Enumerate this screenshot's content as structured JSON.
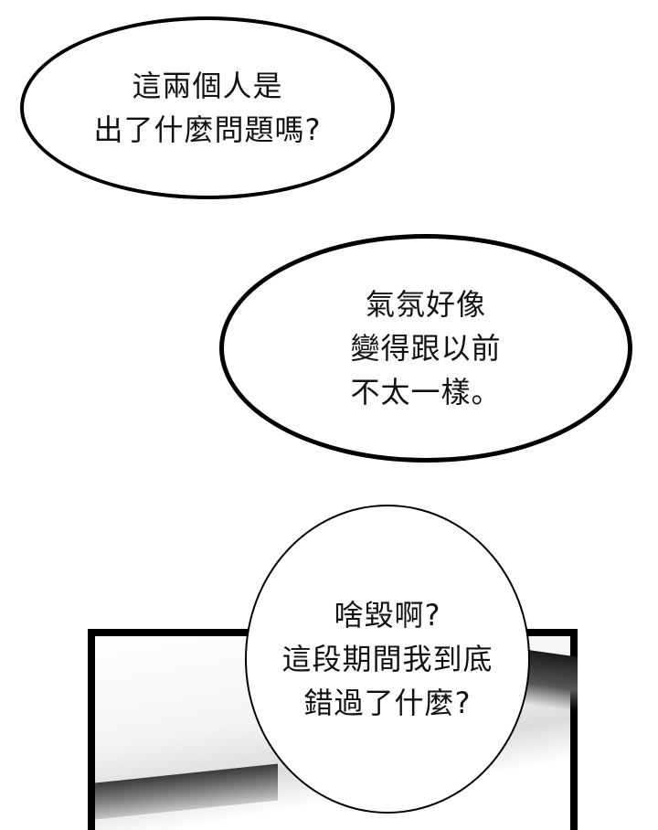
{
  "bubbles": [
    {
      "lines": [
        "這兩個人是",
        "出了什麼問題嗎?"
      ]
    },
    {
      "lines": [
        "氣氛好像",
        "變得跟以前",
        "不太一樣。"
      ]
    },
    {
      "lines": [
        "啥毀啊?",
        "這段期間我到底",
        "錯過了什麼?"
      ]
    }
  ]
}
